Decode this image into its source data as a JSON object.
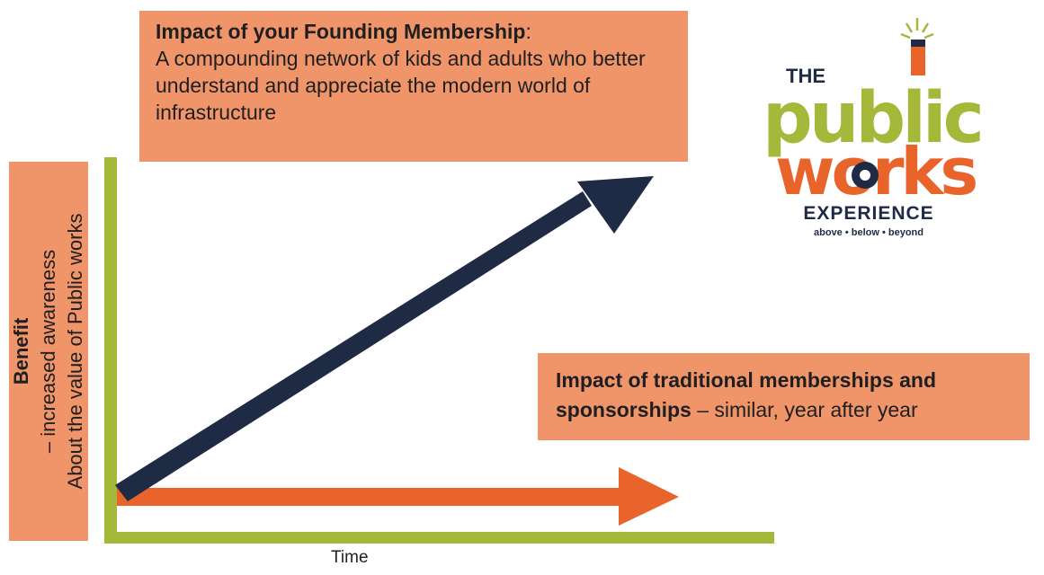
{
  "top_box": {
    "title": "Impact of your Founding Membership",
    "title_suffix": ":",
    "body": "A compounding network of kids and adults who better understand and appreciate the modern world of infrastructure"
  },
  "right_box": {
    "title": "Impact of traditional memberships and sponsorships",
    "body": " – similar, year after year"
  },
  "y_axis": {
    "title": "Benefit",
    "title_suffix": " – increased awareness",
    "line2": "About the value of Public works"
  },
  "x_axis": {
    "label": "Time"
  },
  "logo": {
    "the": "THE",
    "public": "public",
    "works": "works",
    "experience": "EXPERIENCE",
    "tagline": "above • below • beyond"
  },
  "colors": {
    "box_fill": "#f0956a",
    "axis_green": "#a5b83a",
    "navy_arrow": "#1f2a44",
    "orange_arrow": "#e8642a"
  }
}
